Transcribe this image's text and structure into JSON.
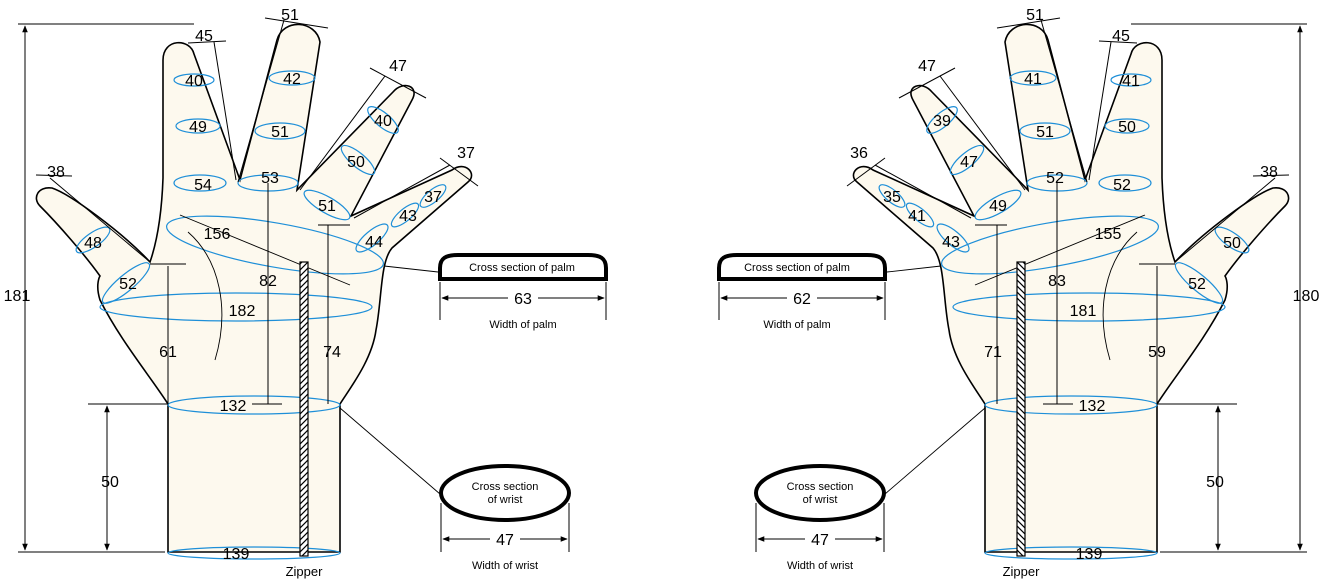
{
  "left_hand": {
    "finger_lengths": {
      "thumb": "38",
      "index": "45",
      "middle": "51",
      "ring": "47",
      "little": "37"
    },
    "index_girths": [
      "40",
      "49",
      "54"
    ],
    "middle_girths": [
      "42",
      "51",
      "53"
    ],
    "ring_girths": [
      "40",
      "50",
      "51"
    ],
    "little_girths": [
      "37",
      "43",
      "44"
    ],
    "thumb_girths": [
      "48",
      "52"
    ],
    "palm_diagonal": "156",
    "palm_girth": "182",
    "palm_length": "82",
    "thumb_side_length": "61",
    "little_side_length": "74",
    "wrist_girth": "132",
    "cuff_length": "50",
    "cuff_girth": "139",
    "total_length": "181",
    "zipper_label": "Zipper"
  },
  "right_hand": {
    "finger_lengths": {
      "thumb": "38",
      "index": "45",
      "middle": "51",
      "ring": "47",
      "little": "36"
    },
    "index_girths": [
      "41",
      "50",
      "52"
    ],
    "middle_girths": [
      "41",
      "51",
      "52"
    ],
    "ring_girths": [
      "39",
      "47",
      "49"
    ],
    "little_girths": [
      "35",
      "41",
      "43"
    ],
    "thumb_girths": [
      "50",
      "52"
    ],
    "palm_diagonal": "155",
    "palm_girth": "181",
    "palm_length": "83",
    "thumb_side_length": "59",
    "little_side_length": "71",
    "wrist_girth": "132",
    "cuff_length": "50",
    "cuff_girth": "139",
    "total_length": "180",
    "zipper_label": "Zipper"
  },
  "left_palm_section": {
    "title": "Cross section of palm",
    "width": "63",
    "caption": "Width of palm"
  },
  "left_wrist_section": {
    "title_line1": "Cross section",
    "title_line2": "of wrist",
    "width": "47",
    "caption": "Width of wrist"
  },
  "right_palm_section": {
    "title": "Cross section of palm",
    "width": "62",
    "caption": "Width of palm"
  },
  "right_wrist_section": {
    "title_line1": "Cross section",
    "title_line2": "of wrist",
    "width": "47",
    "caption": "Width of wrist"
  },
  "colors": {
    "glove_fill": "#fdf9ee",
    "girth_line": "#1e8fd8",
    "outline": "#000000"
  }
}
